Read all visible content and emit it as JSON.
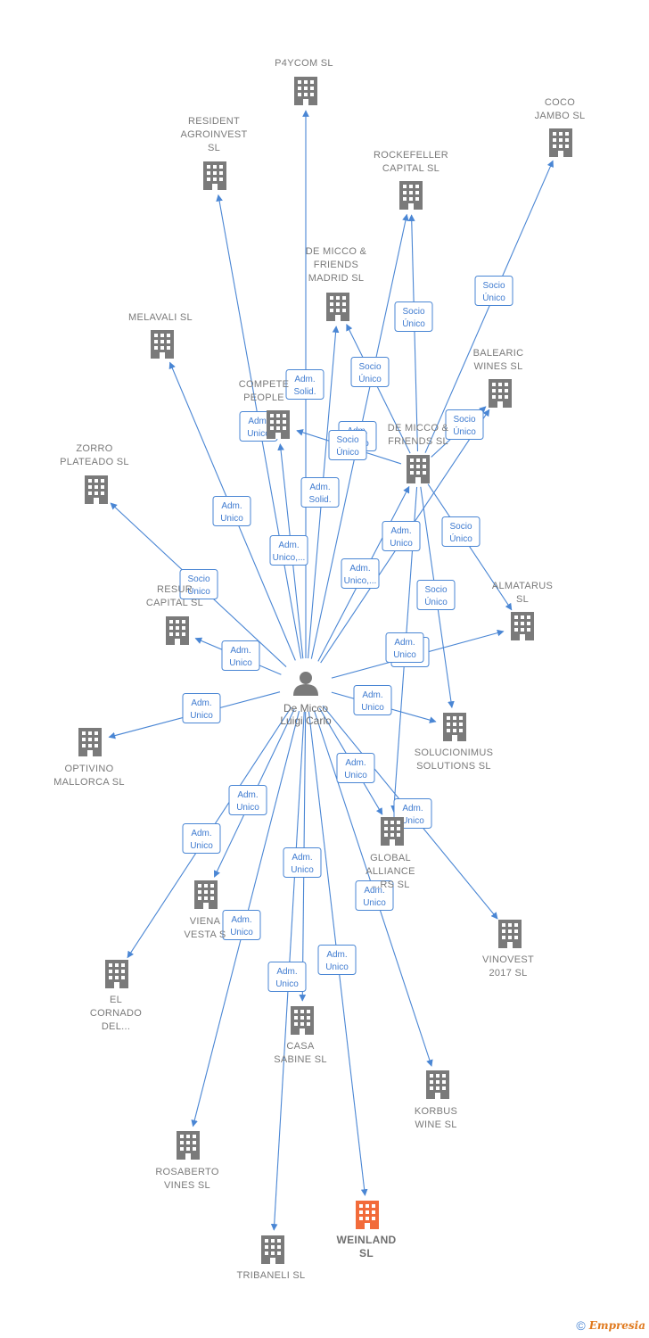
{
  "center": {
    "id": "person",
    "label": [
      "De Micco",
      "Luigi Carlo"
    ]
  },
  "colors": {
    "accent": "#4a86d4",
    "building": "#7a7a7a",
    "highlight": "#f26b3a"
  },
  "nodes": [
    {
      "id": "p4ycom",
      "label": [
        "P4YCOM  SL"
      ]
    },
    {
      "id": "resident",
      "label": [
        "RESIDENT",
        "AGROINVEST",
        "SL"
      ]
    },
    {
      "id": "coco",
      "label": [
        "COCO",
        "JAMBO  SL"
      ]
    },
    {
      "id": "rockefeller",
      "label": [
        "ROCKEFELLER",
        "CAPITAL  SL"
      ]
    },
    {
      "id": "demiccomadrid",
      "label": [
        "DE MICCO &",
        "FRIENDS",
        "MADRID  SL"
      ]
    },
    {
      "id": "melavali",
      "label": [
        "MELAVALI  SL"
      ]
    },
    {
      "id": "balearic",
      "label": [
        "BALEARIC",
        "WINES  SL"
      ]
    },
    {
      "id": "compete",
      "label": [
        "COMPETE",
        "PEOPLE"
      ]
    },
    {
      "id": "demicco",
      "label": [
        "DE MICCO &",
        "FRIENDS  SL"
      ]
    },
    {
      "id": "zorro",
      "label": [
        "ZORRO",
        "PLATEADO  SL"
      ]
    },
    {
      "id": "almatarus",
      "label": [
        "ALMATARUS",
        "SL"
      ]
    },
    {
      "id": "resur",
      "label": [
        "RESUR",
        "CAPITAL  SL"
      ]
    },
    {
      "id": "optivino",
      "label": [
        "OPTIVINO",
        "MALLORCA  SL"
      ]
    },
    {
      "id": "solucionimus",
      "label": [
        "SOLUCIONIMUS",
        "SOLUTIONS  SL"
      ]
    },
    {
      "id": "global",
      "label": [
        "GLOBAL",
        "ALLIANCE",
        "...RS  SL"
      ]
    },
    {
      "id": "viena",
      "label": [
        "VIENA",
        "VESTA  S"
      ]
    },
    {
      "id": "vinovest",
      "label": [
        "VINOVEST",
        "2017  SL"
      ]
    },
    {
      "id": "elcornado",
      "label": [
        "EL",
        "CORNADO",
        "DEL..."
      ]
    },
    {
      "id": "casa",
      "label": [
        "CASA",
        "SABINE  SL"
      ]
    },
    {
      "id": "korbus",
      "label": [
        "KORBUS",
        "WINE  SL"
      ]
    },
    {
      "id": "rosaberto",
      "label": [
        "ROSABERTO",
        "VINES  SL"
      ]
    },
    {
      "id": "weinland",
      "label": [
        "WEINLAND",
        "SL"
      ],
      "highlight": true
    },
    {
      "id": "tribaneli",
      "label": [
        "TRIBANELI  SL"
      ]
    }
  ],
  "edges": [
    {
      "from": "person",
      "to": "p4ycom",
      "label": [
        "Adm.",
        "Solid."
      ]
    },
    {
      "from": "person",
      "to": "resident",
      "label": [
        "Adm.",
        "Unico"
      ]
    },
    {
      "from": "person",
      "to": "compete",
      "label": [
        "Adm.",
        "Unico,..."
      ]
    },
    {
      "from": "person",
      "to": "demiccomadrid",
      "label": [
        "Adm.",
        "Solid."
      ]
    },
    {
      "from": "person",
      "to": "rockefeller",
      "label": [
        "Adm.",
        "Unico"
      ]
    },
    {
      "from": "person",
      "to": "melavali",
      "label": [
        "Adm.",
        "Unico"
      ]
    },
    {
      "from": "person",
      "to": "demicco",
      "label": [
        "Adm.",
        "Unico,..."
      ]
    },
    {
      "from": "person",
      "to": "balearic",
      "label": [
        "Adm.",
        "Unico"
      ]
    },
    {
      "from": "person",
      "to": "zorro",
      "label": [
        "Socio",
        "Único"
      ]
    },
    {
      "from": "person",
      "to": "resur",
      "label": [
        "Adm.",
        "Unico"
      ]
    },
    {
      "from": "person",
      "to": "almatarus",
      "label": [
        "Adm.",
        "Unico"
      ]
    },
    {
      "from": "person",
      "to": "optivino",
      "label": [
        "Adm.",
        "Unico"
      ]
    },
    {
      "from": "person",
      "to": "solucionimus",
      "label": [
        "Adm.",
        "Unico"
      ]
    },
    {
      "from": "person",
      "to": "global",
      "label": [
        "Adm.",
        "Unico"
      ]
    },
    {
      "from": "person",
      "to": "viena",
      "label": [
        "Adm.",
        "Unico"
      ]
    },
    {
      "from": "person",
      "to": "elcornado",
      "label": [
        "Adm.",
        "Unico"
      ]
    },
    {
      "from": "person",
      "to": "vinovest",
      "label": [
        "Adm.",
        "Unico"
      ]
    },
    {
      "from": "person",
      "to": "casa",
      "label": [
        "Adm.",
        "Unico"
      ]
    },
    {
      "from": "person",
      "to": "korbus",
      "label": [
        "Adm.",
        "Unico"
      ]
    },
    {
      "from": "person",
      "to": "rosaberto",
      "label": [
        "Adm.",
        "Unico"
      ]
    },
    {
      "from": "person",
      "to": "weinland",
      "label": [
        "Adm.",
        "Unico"
      ]
    },
    {
      "from": "person",
      "to": "tribaneli",
      "label": [
        "Adm.",
        "Unico"
      ]
    },
    {
      "from": "demicco",
      "to": "coco",
      "label": [
        "Socio",
        "Único"
      ]
    },
    {
      "from": "demicco",
      "to": "rockefeller",
      "label": [
        "Socio",
        "Único"
      ]
    },
    {
      "from": "demicco",
      "to": "demiccomadrid",
      "label": [
        "Socio",
        "Único"
      ]
    },
    {
      "from": "demicco",
      "to": "compete",
      "label": [
        "Socio",
        "Único"
      ]
    },
    {
      "from": "demicco",
      "to": "balearic",
      "label": [
        "Socio",
        "Único"
      ]
    },
    {
      "from": "demicco",
      "to": "almatarus",
      "label": [
        "Socio",
        "Único"
      ]
    },
    {
      "from": "demicco",
      "to": "solucionimus",
      "label": [
        "Socio",
        "Único"
      ]
    },
    {
      "from": "demicco",
      "to": "global",
      "label": [
        "Adm.",
        "Unico"
      ]
    }
  ],
  "footer": {
    "copyright": "©",
    "brand": "Empresia"
  }
}
